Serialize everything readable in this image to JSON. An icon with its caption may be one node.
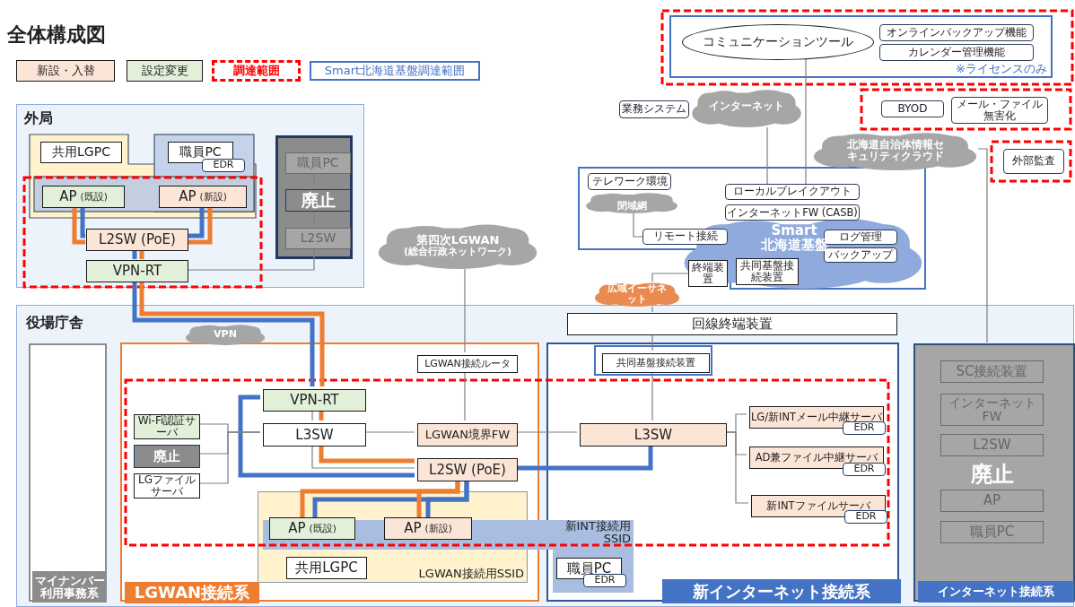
{
  "diagram": {
    "title": "全体構成図",
    "nodes": [
      {
        "text": [
          "外局"
        ]
      },
      {
        "text": [
          "共用LGPC"
        ],
        "in": 0
      },
      {
        "text": [
          "職員PC"
        ],
        "in": 0
      },
      {
        "text": [
          "EDR"
        ],
        "in": 0
      },
      {
        "text": [
          "AP",
          "(既設)"
        ],
        "in": 0
      },
      {
        "text": [
          "AP",
          "(新設)"
        ],
        "in": 0
      },
      {
        "text": [
          "L2SW (PoE)"
        ],
        "in": 0
      },
      {
        "text": [
          "VPN-RT"
        ],
        "in": 0
      },
      {
        "text": [],
        "shape": "box",
        "in": 0
      },
      {
        "text": [
          "職員PC"
        ],
        "in": 8
      },
      {
        "text": [
          "廃止"
        ],
        "in": 8
      },
      {
        "text": [
          "L2SW"
        ],
        "in": 8
      },
      {
        "text": [
          "※ライセンスのみ"
        ]
      },
      {
        "text": [
          "コミュニケーションツール"
        ],
        "in": 12
      },
      {
        "text": [
          "オンラインバックアップ機能"
        ],
        "in": 12
      },
      {
        "text": [
          "カレンダー管理機能"
        ],
        "in": 12
      },
      {
        "text": [
          "業務システム"
        ]
      },
      {
        "text": [
          "インターネット"
        ]
      },
      {
        "text": [
          "BYOD"
        ]
      },
      {
        "text": [
          "メール・ファイル無害化"
        ]
      },
      {
        "text": [
          "北海道自治体情報セキュリティクラウド"
        ]
      },
      {
        "text": [
          "外部監査"
        ]
      },
      {
        "text": [],
        "shape": "box"
      },
      {
        "text": [
          "テレワーク環境"
        ],
        "in": 22
      },
      {
        "text": [
          "閉域網"
        ],
        "in": 22
      },
      {
        "text": [
          "リモート接続"
        ],
        "in": 22
      },
      {
        "text": [
          "ローカルブレイクアウト"
        ],
        "in": 22
      },
      {
        "text": [
          "インターネットFW (CASB)"
        ],
        "in": 22
      },
      {
        "text": [
          "Smart 北海道基盤"
        ],
        "in": 22
      },
      {
        "text": [
          "ログ管理"
        ],
        "in": 28
      },
      {
        "text": [
          "バックアップ"
        ],
        "in": 28
      },
      {
        "text": [
          "終端装置"
        ]
      },
      {
        "text": [
          "共同基盤接続装置"
        ],
        "in": 28
      },
      {
        "text": [
          "第四次LGWAN",
          "(総合行政ネットワーク)"
        ]
      },
      {
        "text": [
          "広域イーサネット"
        ]
      },
      {
        "text": [
          "役場庁舎"
        ]
      },
      {
        "text": [
          "回線終端装置"
        ],
        "in": 35
      },
      {
        "text": [
          "マイナンバー利用事務系"
        ],
        "in": 35
      },
      {
        "text": [
          "VPN"
        ],
        "in": 35
      },
      {
        "text": [
          "LGWAN接続系"
        ],
        "in": 35
      },
      {
        "text": [
          "LGWAN接続ルータ"
        ],
        "in": 39
      },
      {
        "text": [
          "VPN-RT"
        ],
        "in": 39
      },
      {
        "text": [
          "L3SW"
        ],
        "in": 39
      },
      {
        "text": [
          "Wi-Fi認証サーバ"
        ],
        "in": 39
      },
      {
        "text": [
          "廃止"
        ],
        "in": 39
      },
      {
        "text": [
          "LGファイルサーバ"
        ],
        "in": 39
      },
      {
        "text": [
          "LGWAN境界FW"
        ],
        "in": 39
      },
      {
        "text": [
          "L2SW (PoE)"
        ],
        "in": 39
      },
      {
        "text": [
          "LGWAN接続用SSID"
        ],
        "in": 39
      },
      {
        "text": [
          "AP",
          "(既設)"
        ]
      },
      {
        "text": [
          "AP",
          "(新設)"
        ]
      },
      {
        "text": [
          "共用LGPC"
        ],
        "in": 48
      },
      {
        "text": [
          "新インターネット接続系"
        ],
        "in": 35
      },
      {
        "text": [
          "新INT接続用SSID"
        ],
        "in": 35
      },
      {
        "text": [
          "職員PC"
        ]
      },
      {
        "text": [
          "EDR"
        ]
      },
      {
        "text": [
          "共同基盤接続装置"
        ],
        "in": 52
      },
      {
        "text": [
          "L3SW"
        ],
        "in": 52
      },
      {
        "text": [
          "LG/新INTメール中継サーバ"
        ],
        "in": 52
      },
      {
        "text": [
          "EDR"
        ],
        "in": 52
      },
      {
        "text": [
          "AD兼ファイル中継サーバ"
        ],
        "in": 52
      },
      {
        "text": [
          "EDR"
        ],
        "in": 52
      },
      {
        "text": [
          "新INTファイルサーバ"
        ],
        "in": 52
      },
      {
        "text": [
          "EDR"
        ],
        "in": 52
      },
      {
        "text": [
          "廃止",
          "インターネット接続系"
        ],
        "in": 35
      },
      {
        "text": [
          "SC接続装置"
        ],
        "in": 64
      },
      {
        "text": [
          "インターネットFW"
        ],
        "in": 64
      },
      {
        "text": [
          "L2SW"
        ],
        "in": 64
      },
      {
        "text": [
          "AP"
        ],
        "in": 64
      },
      {
        "text": [
          "職員PC"
        ],
        "in": 64
      }
    ],
    "edges": [
      {
        "from": 4,
        "to": 6,
        "arrow": "none",
        "style": "thick",
        "color": "#ed7d31"
      },
      {
        "from": 4,
        "to": 6,
        "arrow": "none",
        "style": "thick",
        "color": "#4472c4"
      },
      {
        "from": 5,
        "to": 6,
        "arrow": "none",
        "style": "thick",
        "color": "#ed7d31"
      },
      {
        "from": 5,
        "to": 6,
        "arrow": "none",
        "style": "thick",
        "color": "#4472c4"
      },
      {
        "from": 6,
        "to": 7,
        "arrow": "none",
        "style": "thick",
        "color": "#ed7d31"
      },
      {
        "from": 6,
        "to": 7,
        "arrow": "none",
        "style": "thick",
        "color": "#4472c4"
      },
      {
        "from": 7,
        "to": 11,
        "arrow": "none"
      },
      {
        "from": 9,
        "to": 10,
        "arrow": "none"
      },
      {
        "from": 10,
        "to": 11,
        "arrow": "none"
      },
      {
        "from": 7,
        "to": 41,
        "arrow": "none",
        "style": "thick",
        "color": "#4472c4"
      },
      {
        "from": 7,
        "to": 41,
        "arrow": "none",
        "style": "thick",
        "color": "#ed7d31"
      },
      {
        "from": 41,
        "to": 42,
        "arrow": "none"
      },
      {
        "from": 41,
        "to": 42,
        "arrow": "none",
        "style": "thick",
        "color": "#ed7d31"
      },
      {
        "from": 42,
        "to": 47,
        "arrow": "none"
      },
      {
        "from": 42,
        "to": 47,
        "arrow": "none",
        "style": "thick",
        "color": "#ed7d31"
      },
      {
        "from": 41,
        "to": 47,
        "arrow": "none",
        "style": "thick",
        "color": "#4472c4"
      },
      {
        "from": 42,
        "to": 43,
        "arrow": "none"
      },
      {
        "from": 42,
        "to": 44,
        "arrow": "none"
      },
      {
        "from": 42,
        "to": 45,
        "arrow": "none"
      },
      {
        "from": 42,
        "to": 46,
        "arrow": "none"
      },
      {
        "from": 33,
        "to": 40,
        "arrow": "none"
      },
      {
        "from": 40,
        "to": 46,
        "arrow": "none"
      },
      {
        "from": 46,
        "to": 57,
        "arrow": "none"
      },
      {
        "from": 47,
        "to": 57,
        "arrow": "none",
        "style": "thick",
        "color": "#4472c4"
      },
      {
        "from": 47,
        "to": 49,
        "arrow": "none",
        "style": "thick",
        "color": "#ed7d31"
      },
      {
        "from": 47,
        "to": 49,
        "arrow": "none",
        "style": "thick",
        "color": "#4472c4"
      },
      {
        "from": 47,
        "to": 50,
        "arrow": "none",
        "style": "thick",
        "color": "#ed7d31"
      },
      {
        "from": 47,
        "to": 50,
        "arrow": "none",
        "style": "thick",
        "color": "#4472c4"
      },
      {
        "from": 57,
        "to": 58,
        "arrow": "none"
      },
      {
        "from": 57,
        "to": 60,
        "arrow": "none"
      },
      {
        "from": 57,
        "to": 62,
        "arrow": "none"
      },
      {
        "from": 56,
        "to": 57,
        "arrow": "none"
      },
      {
        "from": 36,
        "to": 56,
        "arrow": "none"
      },
      {
        "from": 34,
        "to": 36,
        "arrow": "none"
      },
      {
        "from": 34,
        "to": 31,
        "arrow": "none"
      },
      {
        "from": 24,
        "to": 25,
        "arrow": "none"
      },
      {
        "from": 17,
        "to": 26,
        "arrow": "none"
      },
      {
        "from": 13,
        "to": 26,
        "arrow": "none"
      },
      {
        "from": 20,
        "to": 64,
        "arrow": "none"
      }
    ],
    "legend": [
      {
        "text": "新設・入替",
        "color": "#fbe5d6"
      },
      {
        "text": "設定変更",
        "color": "#e2f0d9"
      },
      {
        "text": "調達範囲"
      },
      {
        "text": "Smart北海道基盤調達範囲"
      }
    ]
  }
}
